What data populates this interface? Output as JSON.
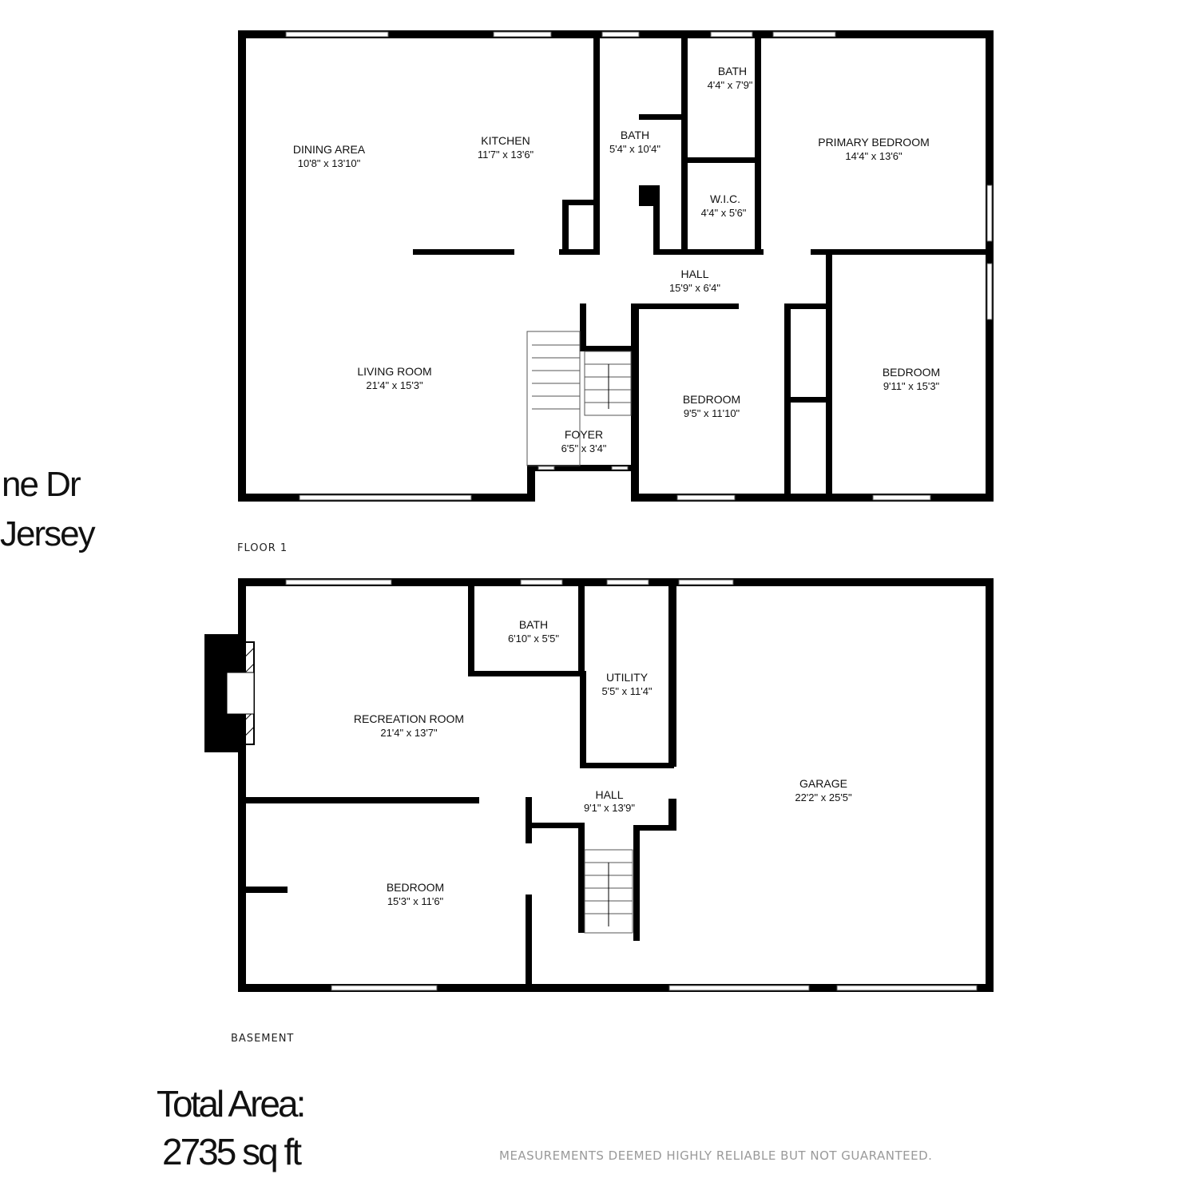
{
  "address": {
    "line1": "ne Dr",
    "line2": "Jersey"
  },
  "floors": [
    {
      "label": "FLOOR 1",
      "rooms": [
        {
          "name": "DINING AREA",
          "size": "10'8\" x 13'10\""
        },
        {
          "name": "KITCHEN",
          "size": "11'7\" x 13'6\""
        },
        {
          "name": "BATH",
          "size": "5'4\" x 10'4\""
        },
        {
          "name": "BATH",
          "size": "4'4\" x 7'9\""
        },
        {
          "name": "PRIMARY BEDROOM",
          "size": "14'4\" x 13'6\""
        },
        {
          "name": "W.I.C.",
          "size": "4'4\" x 5'6\""
        },
        {
          "name": "HALL",
          "size": "15'9\" x 6'4\""
        },
        {
          "name": "LIVING ROOM",
          "size": "21'4\" x 15'3\""
        },
        {
          "name": "BEDROOM",
          "size": "9'5\" x 11'10\""
        },
        {
          "name": "BEDROOM",
          "size": "9'11\" x 15'3\""
        },
        {
          "name": "FOYER",
          "size": "6'5\" x 3'4\""
        }
      ]
    },
    {
      "label": "BASEMENT",
      "rooms": [
        {
          "name": "BATH",
          "size": "6'10\" x 5'5\""
        },
        {
          "name": "UTILITY",
          "size": "5'5\" x 11'4\""
        },
        {
          "name": "RECREATION ROOM",
          "size": "21'4\" x 13'7\""
        },
        {
          "name": "GARAGE",
          "size": "22'2\" x 25'5\""
        },
        {
          "name": "HALL",
          "size": "9'1\" x 13'9\""
        },
        {
          "name": "BEDROOM",
          "size": "15'3\" x 11'6\""
        }
      ]
    }
  ],
  "total_area": {
    "label": "Total Area:",
    "value": "2735 sq ft"
  },
  "disclaimer": "MEASUREMENTS DEEMED HIGHLY RELIABLE BUT NOT GUARANTEED.",
  "colors": {
    "wall": "#000000",
    "window": "#ffffff",
    "text": "#111111",
    "disclaimer": "#9a9a9a"
  }
}
